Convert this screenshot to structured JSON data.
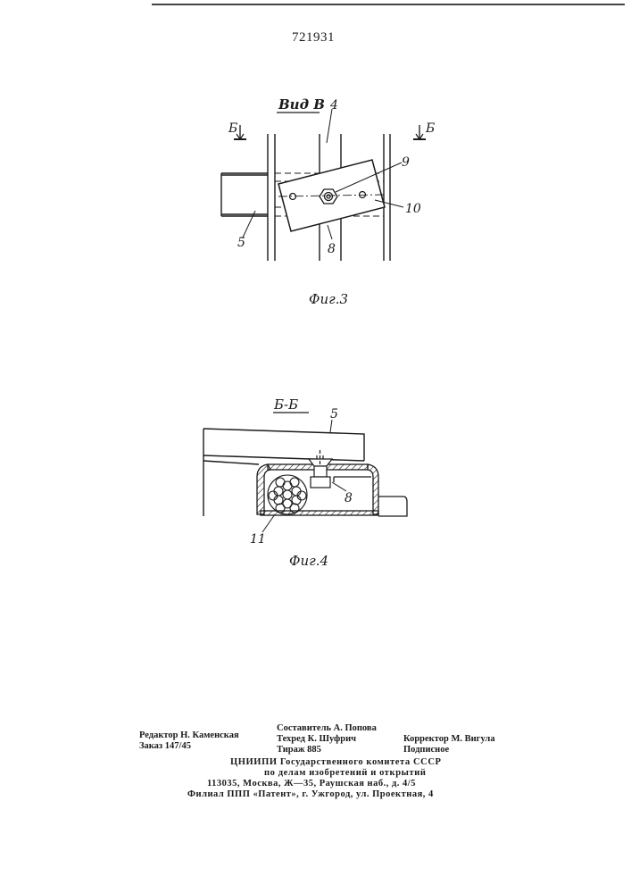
{
  "patent_number": "721931",
  "fig3": {
    "view_label": "Вид В",
    "section_mark": "Б",
    "caption": "Фиг.3",
    "labels": {
      "l4": "4",
      "l5": "5",
      "l8": "8",
      "l9": "9",
      "l10": "10"
    }
  },
  "fig4": {
    "section_label": "Б-Б",
    "caption": "Фиг.4",
    "labels": {
      "l5": "5",
      "l8": "8",
      "l11": "11"
    }
  },
  "imprint": {
    "editor": "Редактор Н. Каменская",
    "order": "Заказ 147/45",
    "compiler": "Составитель А. Попова",
    "techred": "Техред К. Шуфрич",
    "circulation": "Тираж 885",
    "corrector": "Корректор М. Вигула",
    "subscription": "Подписное",
    "org_line1": "ЦНИИПИ Государственного комитета СССР",
    "org_line2": "по делам изобретений и открытий",
    "address": "113035, Москва, Ж—35, Раушская наб., д. 4/5",
    "branch": "Филиал ППП «Патент», г. Ужгород, ул. Проектная, 4"
  }
}
